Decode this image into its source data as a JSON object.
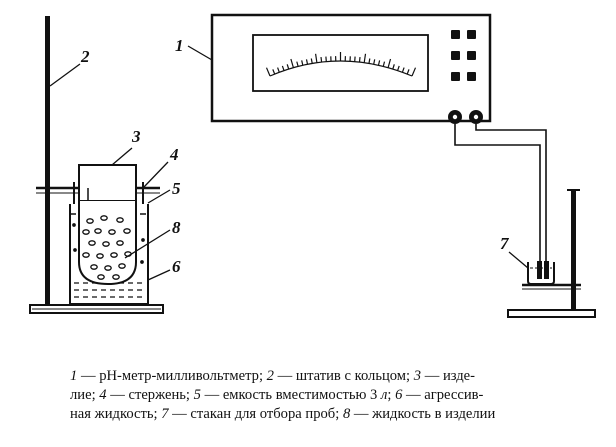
{
  "callouts": {
    "c1": "1",
    "c2": "2",
    "c3": "3",
    "c4": "4",
    "c5": "5",
    "c6": "6",
    "c7": "7",
    "c8": "8"
  },
  "caption": {
    "l1_n1": "1",
    "l1_t1": " — рН-метр-милливольтметр; ",
    "l1_n2": "2",
    "l1_t2": " — штатив с кольцом; ",
    "l1_n3": "3",
    "l1_t3": " — изде-",
    "l2_t0": "лие; ",
    "l2_n4": "4",
    "l2_t1": " — стержень; ",
    "l2_n5": "5",
    "l2_t2": " — емкость вместимостью 3 ",
    "l2_unit": "л",
    "l2_t3": "; ",
    "l2_n6": "6",
    "l2_t4": " — агрессив-",
    "l3_t0": "ная жидкость; ",
    "l3_n7": "7",
    "l3_t1": " — стакан для отбора проб; ",
    "l3_n8": "8",
    "l3_t2": " — жидкость в изделии"
  },
  "colors": {
    "ink": "#111111",
    "paper": "#ffffff"
  },
  "icons": {
    "meter": "analog-scale-meter",
    "knobs": "terminal-knobs",
    "buttons": "square-buttons"
  }
}
